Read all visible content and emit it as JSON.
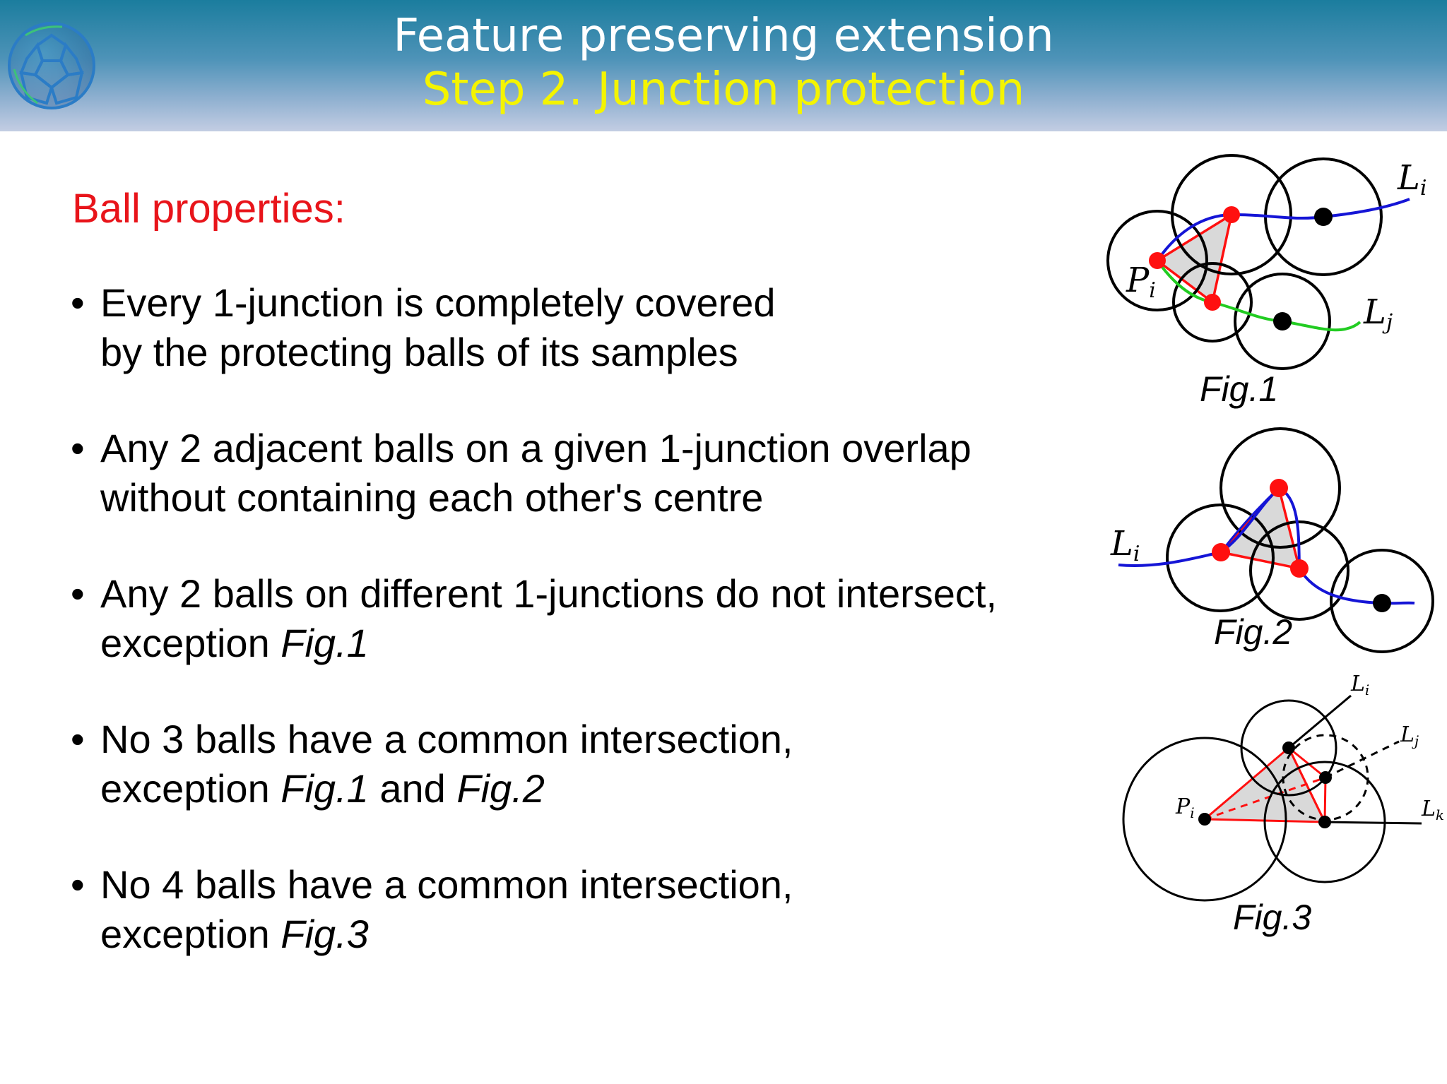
{
  "header": {
    "title": "Feature preserving extension",
    "subtitle": "Step 2. Junction protection",
    "logo_icon": "fullerene-ball-icon"
  },
  "colors": {
    "title": "#ffffff",
    "subtitle": "#f4f400",
    "heading": "#e8141a",
    "curve_blue": "#1515d6",
    "curve_green": "#22cc22",
    "sample_red": "#ff1010",
    "triangle_fill": "#d9d9d9"
  },
  "main": {
    "heading": "Ball properties:",
    "bullet_symbol": "•",
    "bullets": [
      {
        "line1": "Every 1-junction is completely covered",
        "line2": "by the protecting balls of its samples"
      },
      {
        "line1": "Any 2 adjacent balls on a given 1-junction overlap",
        "line2": "without containing each other's centre"
      },
      {
        "line1": "Any 2 balls on different 1-junctions do not intersect,",
        "line2_prefix": "exception ",
        "line2_ref": "Fig.1"
      },
      {
        "line1": "No 3 balls have a common intersection,",
        "line2_prefix": "exception ",
        "line2_ref": "Fig.1",
        "line2_mid": " and ",
        "line2_ref2": "Fig.2"
      },
      {
        "line1": "No 4 balls have a common intersection,",
        "line2_prefix": "exception ",
        "line2_ref": "Fig.3"
      }
    ]
  },
  "figures": {
    "fig1": {
      "caption": "Fig.1",
      "label_Li": "L",
      "label_Li_sub": "i",
      "label_Lj": "L",
      "label_Lj_sub": "j",
      "label_Pi": "P",
      "label_Pi_sub": "i"
    },
    "fig2": {
      "caption": "Fig.2",
      "label_Li": "L",
      "label_Li_sub": "i"
    },
    "fig3": {
      "caption": "Fig.3",
      "label_Li": "L",
      "label_Li_sub": "i",
      "label_Lj": "L",
      "label_Lj_sub": "j",
      "label_Lk": "L",
      "label_Lk_sub": "k",
      "label_Pi": "P",
      "label_Pi_sub": "i"
    }
  }
}
